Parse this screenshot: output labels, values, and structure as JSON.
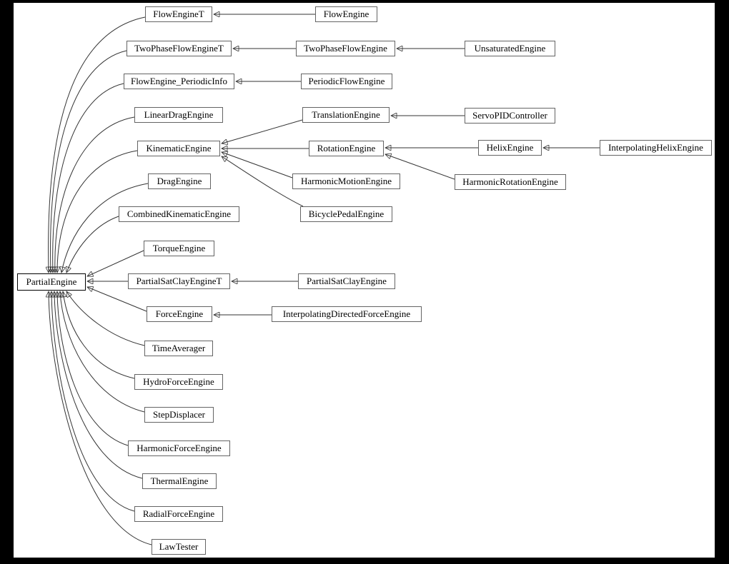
{
  "diagram": {
    "type": "inheritance-graph",
    "base_class": "PartialEngine",
    "nodes": [
      {
        "id": "partial-engine",
        "label": "PartialEngine"
      },
      {
        "id": "flow-engine-t",
        "label": "FlowEngineT"
      },
      {
        "id": "two-phase-flow-engine-t",
        "label": "TwoPhaseFlowEngineT"
      },
      {
        "id": "flow-engine-periodic-info",
        "label": "FlowEngine_PeriodicInfo"
      },
      {
        "id": "linear-drag-engine",
        "label": "LinearDragEngine"
      },
      {
        "id": "kinematic-engine",
        "label": "KinematicEngine"
      },
      {
        "id": "drag-engine",
        "label": "DragEngine"
      },
      {
        "id": "combined-kinematic-engine",
        "label": "CombinedKinematicEngine"
      },
      {
        "id": "torque-engine",
        "label": "TorqueEngine"
      },
      {
        "id": "partial-sat-clay-engine-t",
        "label": "PartialSatClayEngineT"
      },
      {
        "id": "force-engine",
        "label": "ForceEngine"
      },
      {
        "id": "time-averager",
        "label": "TimeAverager"
      },
      {
        "id": "hydro-force-engine",
        "label": "HydroForceEngine"
      },
      {
        "id": "step-displacer",
        "label": "StepDisplacer"
      },
      {
        "id": "harmonic-force-engine",
        "label": "HarmonicForceEngine"
      },
      {
        "id": "thermal-engine",
        "label": "ThermalEngine"
      },
      {
        "id": "radial-force-engine",
        "label": "RadialForceEngine"
      },
      {
        "id": "law-tester",
        "label": "LawTester"
      },
      {
        "id": "flow-engine",
        "label": "FlowEngine"
      },
      {
        "id": "two-phase-flow-engine",
        "label": "TwoPhaseFlowEngine"
      },
      {
        "id": "periodic-flow-engine",
        "label": "PeriodicFlowEngine"
      },
      {
        "id": "translation-engine",
        "label": "TranslationEngine"
      },
      {
        "id": "rotation-engine",
        "label": "RotationEngine"
      },
      {
        "id": "harmonic-motion-engine",
        "label": "HarmonicMotionEngine"
      },
      {
        "id": "bicycle-pedal-engine",
        "label": "BicyclePedalEngine"
      },
      {
        "id": "partial-sat-clay-engine",
        "label": "PartialSatClayEngine"
      },
      {
        "id": "interpolating-directed-force-engine",
        "label": "InterpolatingDirectedForceEngine"
      },
      {
        "id": "unsaturated-engine",
        "label": "UnsaturatedEngine"
      },
      {
        "id": "servo-pid-controller",
        "label": "ServoPIDController"
      },
      {
        "id": "helix-engine",
        "label": "HelixEngine"
      },
      {
        "id": "harmonic-rotation-engine",
        "label": "HarmonicRotationEngine"
      },
      {
        "id": "interpolating-helix-engine",
        "label": "InterpolatingHelixEngine"
      }
    ],
    "edges": [
      {
        "from": "FlowEngine",
        "to": "FlowEngineT"
      },
      {
        "from": "TwoPhaseFlowEngine",
        "to": "TwoPhaseFlowEngineT"
      },
      {
        "from": "UnsaturatedEngine",
        "to": "TwoPhaseFlowEngine"
      },
      {
        "from": "PeriodicFlowEngine",
        "to": "FlowEngine_PeriodicInfo"
      },
      {
        "from": "ServoPIDController",
        "to": "TranslationEngine"
      },
      {
        "from": "TranslationEngine",
        "to": "KinematicEngine"
      },
      {
        "from": "RotationEngine",
        "to": "KinematicEngine"
      },
      {
        "from": "HelixEngine",
        "to": "RotationEngine"
      },
      {
        "from": "InterpolatingHelixEngine",
        "to": "HelixEngine"
      },
      {
        "from": "HarmonicRotationEngine",
        "to": "RotationEngine"
      },
      {
        "from": "HarmonicMotionEngine",
        "to": "KinematicEngine"
      },
      {
        "from": "BicyclePedalEngine",
        "to": "KinematicEngine"
      },
      {
        "from": "PartialSatClayEngine",
        "to": "PartialSatClayEngineT"
      },
      {
        "from": "InterpolatingDirectedForceEngine",
        "to": "ForceEngine"
      },
      {
        "from": "FlowEngineT",
        "to": "PartialEngine"
      },
      {
        "from": "TwoPhaseFlowEngineT",
        "to": "PartialEngine"
      },
      {
        "from": "FlowEngine_PeriodicInfo",
        "to": "PartialEngine"
      },
      {
        "from": "LinearDragEngine",
        "to": "PartialEngine"
      },
      {
        "from": "KinematicEngine",
        "to": "PartialEngine"
      },
      {
        "from": "DragEngine",
        "to": "PartialEngine"
      },
      {
        "from": "CombinedKinematicEngine",
        "to": "PartialEngine"
      },
      {
        "from": "TorqueEngine",
        "to": "PartialEngine"
      },
      {
        "from": "PartialSatClayEngineT",
        "to": "PartialEngine"
      },
      {
        "from": "ForceEngine",
        "to": "PartialEngine"
      },
      {
        "from": "TimeAverager",
        "to": "PartialEngine"
      },
      {
        "from": "HydroForceEngine",
        "to": "PartialEngine"
      },
      {
        "from": "StepDisplacer",
        "to": "PartialEngine"
      },
      {
        "from": "HarmonicForceEngine",
        "to": "PartialEngine"
      },
      {
        "from": "ThermalEngine",
        "to": "PartialEngine"
      },
      {
        "from": "RadialForceEngine",
        "to": "PartialEngine"
      },
      {
        "from": "LawTester",
        "to": "PartialEngine"
      }
    ],
    "colors": {
      "background": "#000000",
      "canvas": "#ffffff",
      "node_fill": "#ffffff",
      "node_border": "#646464",
      "base_node_border": "#000000",
      "edge": "#333333"
    }
  }
}
